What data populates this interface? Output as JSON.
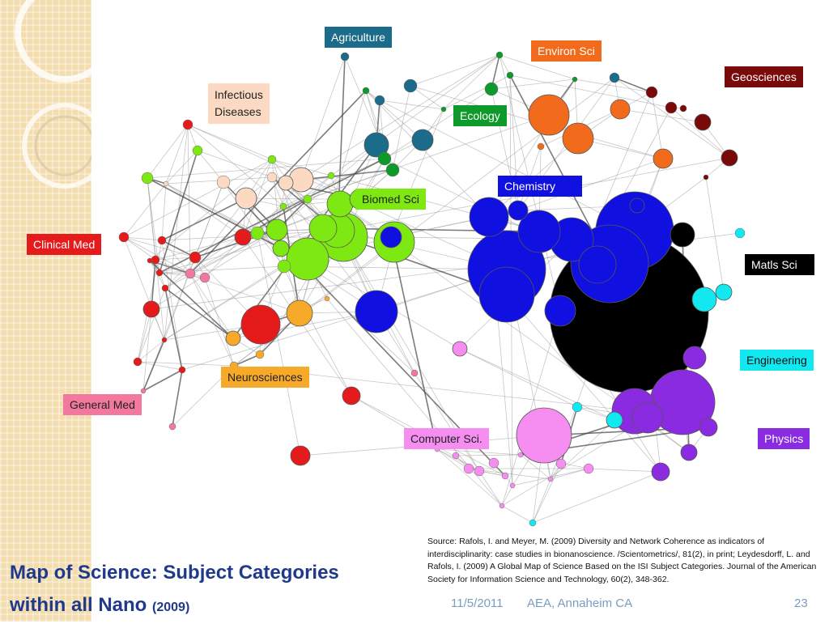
{
  "slide": {
    "title_main": "Map of Science: Subject Categories",
    "title_line2": "within all Nano",
    "title_year": "(2009)",
    "source_text": "Source: Rafols, I. and Meyer, M. (2009) Diversity and Network Coherence as indicators of interdisciplinarity: case studies in bionanoscience. /Scientometrics/, 81(2), in print; Leydesdorff, L. and Rafols, I. (2009) A Global Map of Science Based on the ISI Subject Categories. Journal of the American Society for Information  Science and Technology, 60(2), 348-362.",
    "footer_date": "11/5/2011",
    "footer_event": "AEA, Annaheim CA",
    "footer_page": "23"
  },
  "labels": {
    "agriculture": "Agriculture",
    "environ_sci": "Environ Sci",
    "geosciences": "Geosciences",
    "infectious_1": "Infectious",
    "infectious_2": "Diseases",
    "ecology": "Ecology",
    "chemistry": "Chemistry",
    "biomed_sci": "Biomed Sci",
    "clinical_med": "Clinical Med",
    "matls_sci": "Matls Sci",
    "engineering": "Engineering",
    "neurosciences": "Neurosciences",
    "general_med": "General Med",
    "computer_sci": "Computer Sci.",
    "physics": "Physics"
  },
  "colors": {
    "agriculture": "#1b6b8a",
    "environ_sci": "#f26b1d",
    "geosciences": "#7a0a0a",
    "infectious": "#fbd9c2",
    "ecology": "#0d9a2a",
    "chemistry": "#1010e0",
    "biomed_sci": "#7ee812",
    "clinical_med": "#e51b1b",
    "matls_sci": "#000000",
    "engineering": "#12e8ef",
    "neurosciences": "#f7a92a",
    "general_med": "#f2789d",
    "computer_sci": "#f58ef0",
    "physics": "#8a2be2",
    "title": "#1f3a8a"
  }
}
